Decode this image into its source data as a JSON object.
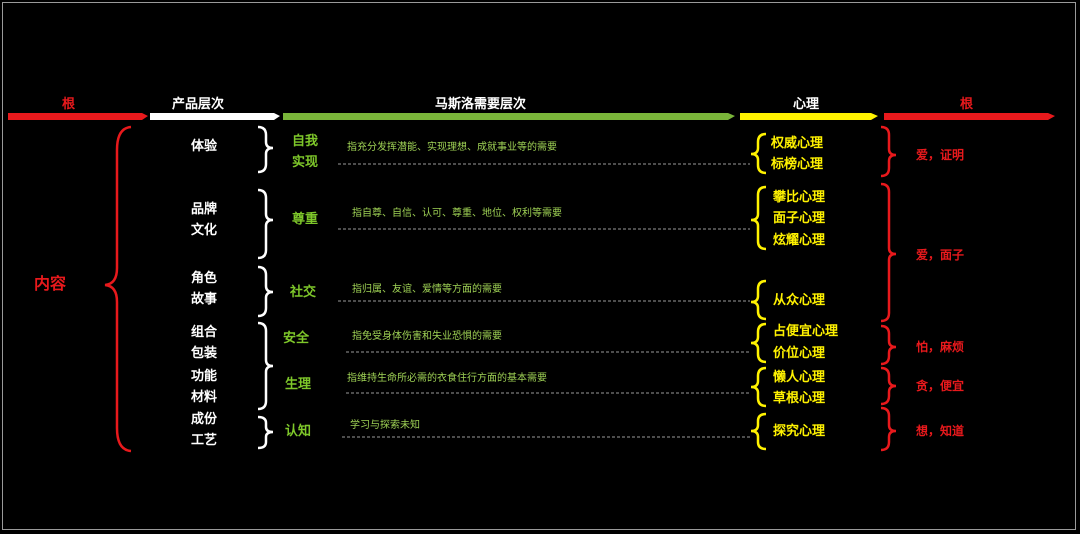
{
  "headers": {
    "root_left": "根",
    "product": "产品层次",
    "maslow": "马斯洛需要层次",
    "psych": "心理",
    "root_right": "根"
  },
  "content_label": "内容",
  "product_levels": [
    {
      "lines": [
        "体验"
      ]
    },
    {
      "lines": [
        "品牌",
        "文化"
      ]
    },
    {
      "lines": [
        "角色",
        "故事"
      ]
    },
    {
      "lines": [
        "组合",
        "包装",
        "功能",
        "材料",
        "成份",
        "工艺"
      ]
    }
  ],
  "maslow_levels": [
    {
      "name": [
        "自我",
        "实现"
      ],
      "desc": "指充分发挥潜能、实现理想、成就事业等的需要"
    },
    {
      "name": [
        "尊重"
      ],
      "desc": "指自尊、自信、认可、尊重、地位、权利等需要"
    },
    {
      "name": [
        "社交"
      ],
      "desc": "指归属、友谊、爱情等方面的需要"
    },
    {
      "name": [
        "安全"
      ],
      "desc": "指免受身体伤害和失业恐惧的需要"
    },
    {
      "name": [
        "生理"
      ],
      "desc": "指维持生命所必需的衣食住行方面的基本需要"
    },
    {
      "name": [
        "认知"
      ],
      "desc": "学习与探索未知"
    }
  ],
  "psych_items": [
    "权威心理",
    "标榜心理",
    "攀比心理",
    "面子心理",
    "炫耀心理",
    "从众心理",
    "占便宜心理",
    "价位心理",
    "懒人心理",
    "草根心理",
    "探究心理"
  ],
  "roots": [
    "爱，证明",
    "爱，面子",
    "怕，麻烦",
    "贪，便宜",
    "想，知道"
  ],
  "colors": {
    "red": "#e8191c",
    "white": "#ffffff",
    "green": "#7ab53a",
    "yellow": "#fff200",
    "desc_green": "#9fd255"
  }
}
